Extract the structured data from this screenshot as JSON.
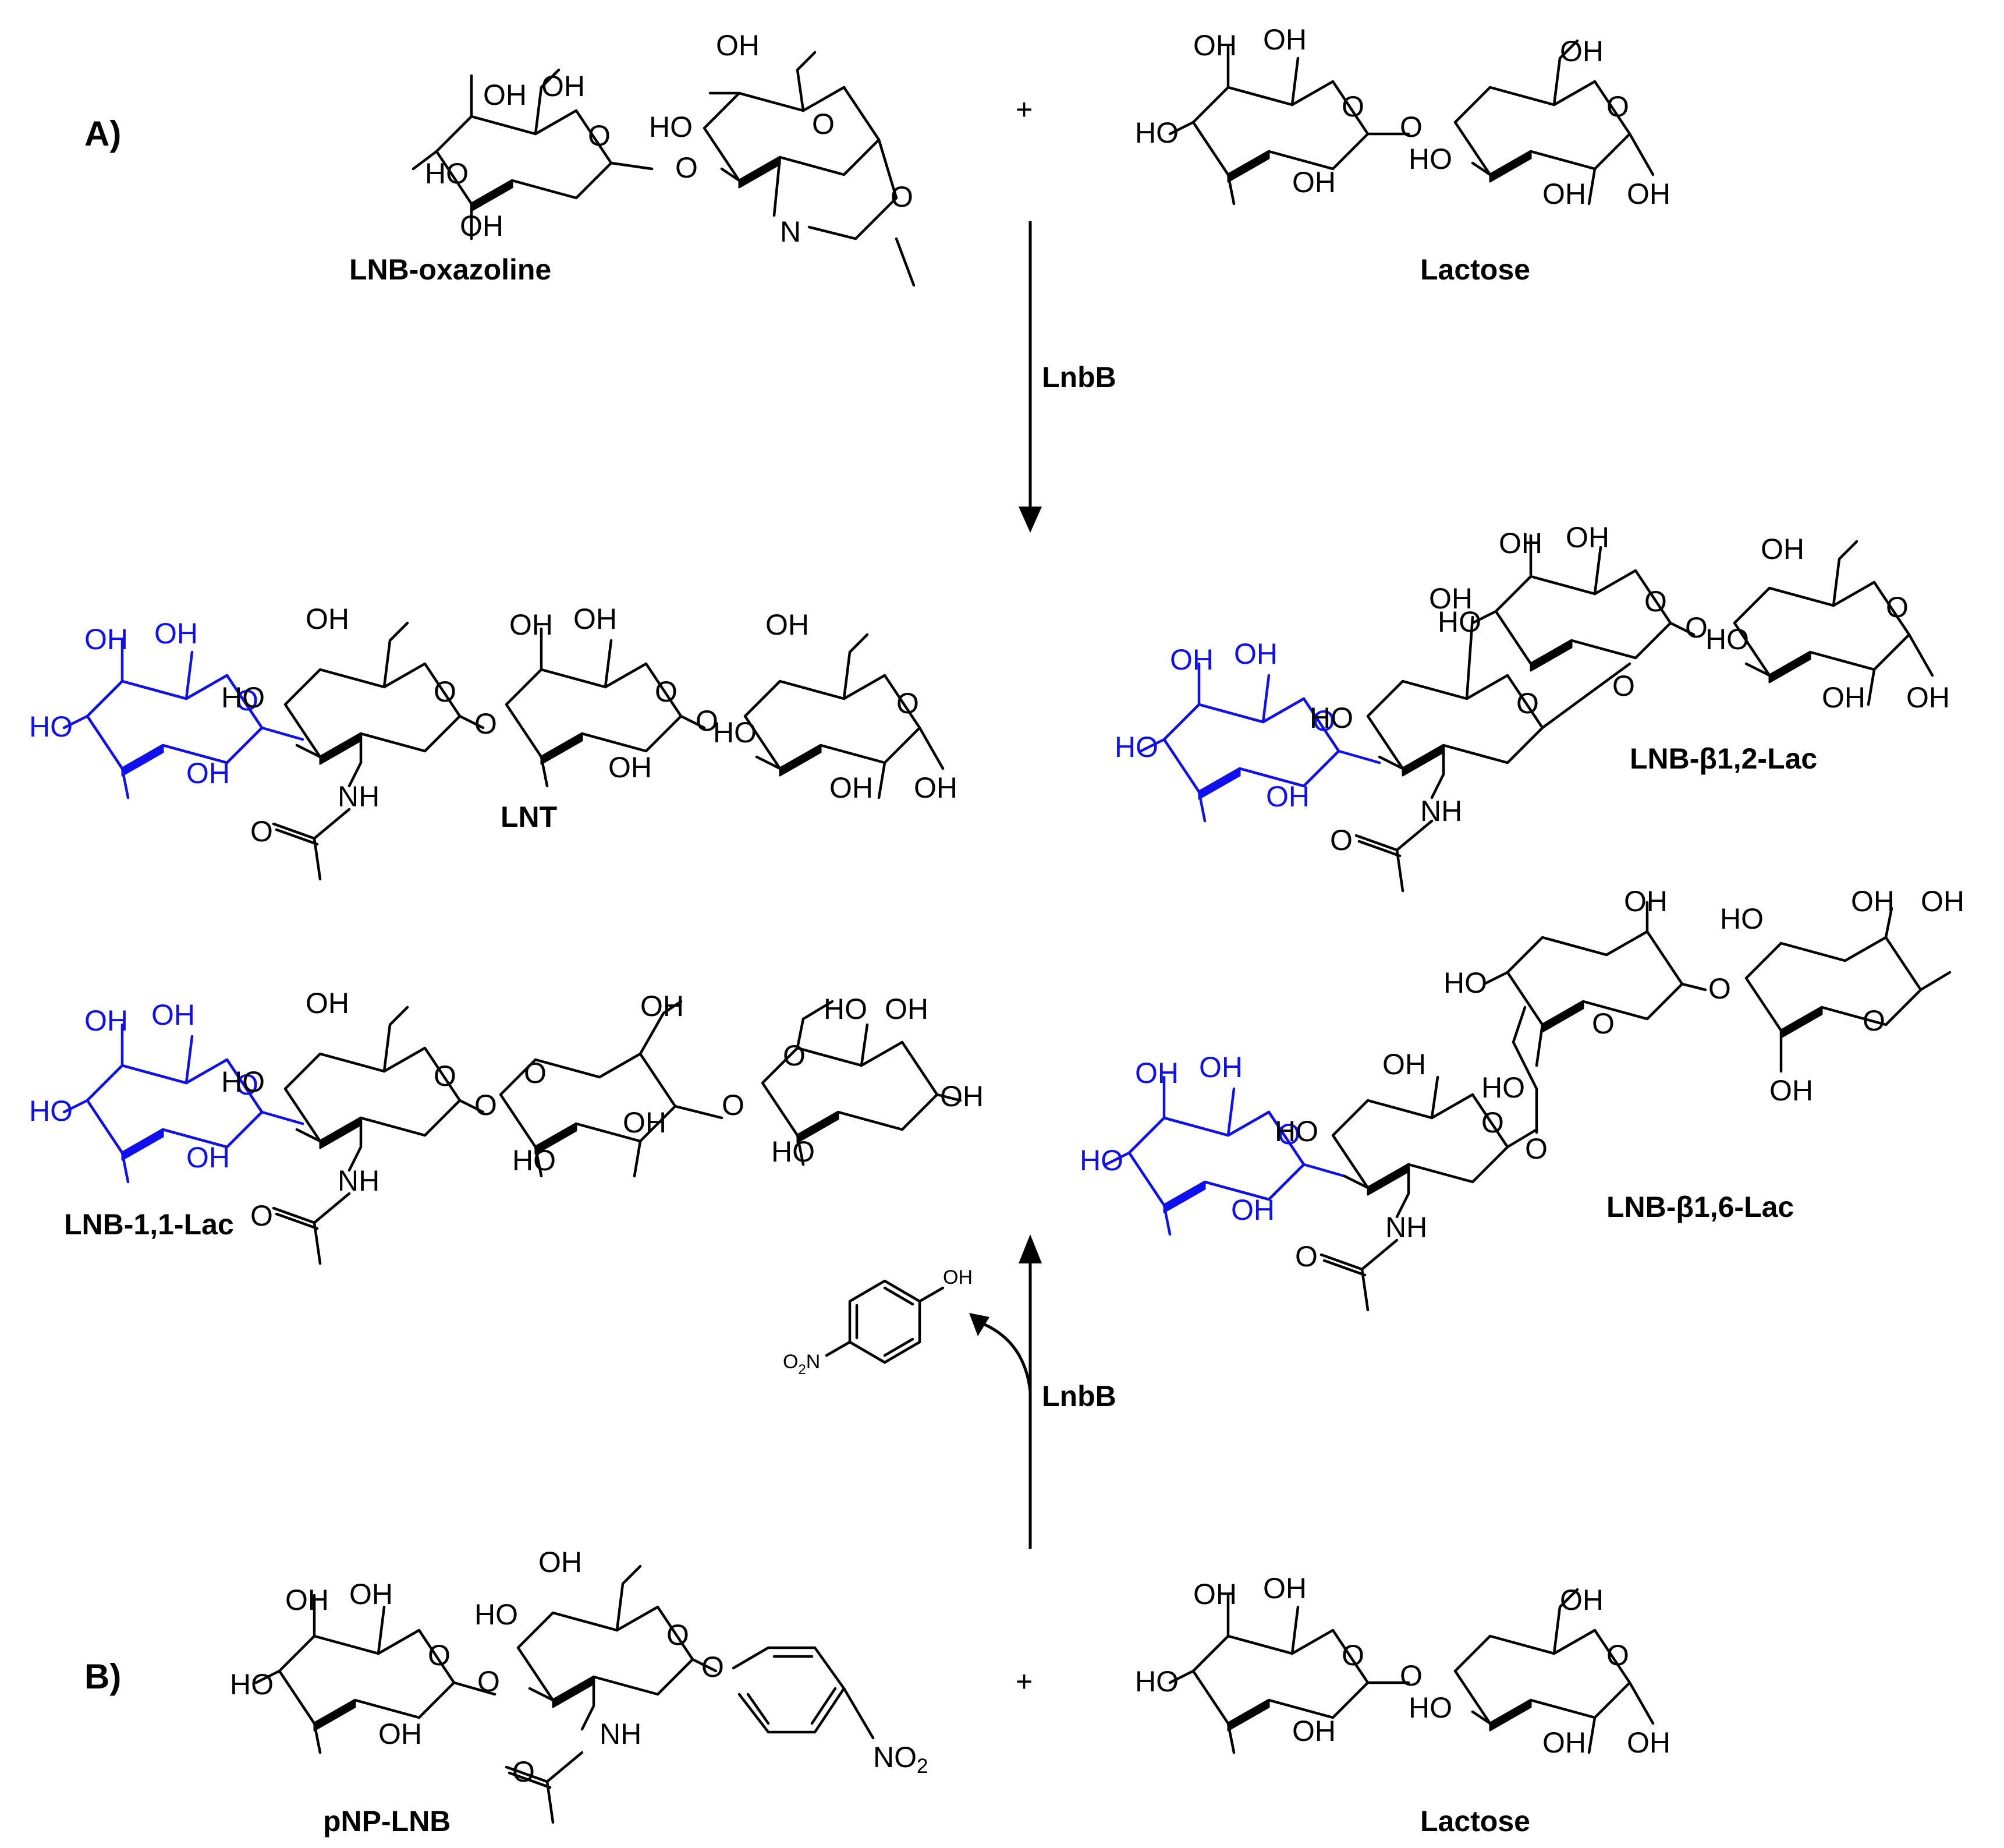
{
  "panels": {
    "a": "A)",
    "b": "B)"
  },
  "plus": "+",
  "enzyme": "LnbB",
  "compounds": {
    "lnb_oxazoline": "LNB-oxazoline",
    "lactose_a": "Lactose",
    "lnt": "LNT",
    "lnb_b12_lac": "LNB-β1,2-Lac",
    "lnb_11_lac": "LNB-1,1-Lac",
    "lnb_b16_lac": "LNB-β1,6-Lac",
    "pnp_lnb": "pNP-LNB",
    "lactose_b": "Lactose"
  },
  "atoms": {
    "oh": "OH",
    "ho": "HO",
    "o": "O",
    "n": "N",
    "nh": "NH",
    "no2": "NO2",
    "o2n": "O2N"
  },
  "colors": {
    "highlight": "#1010ee",
    "ink": "#000000"
  }
}
